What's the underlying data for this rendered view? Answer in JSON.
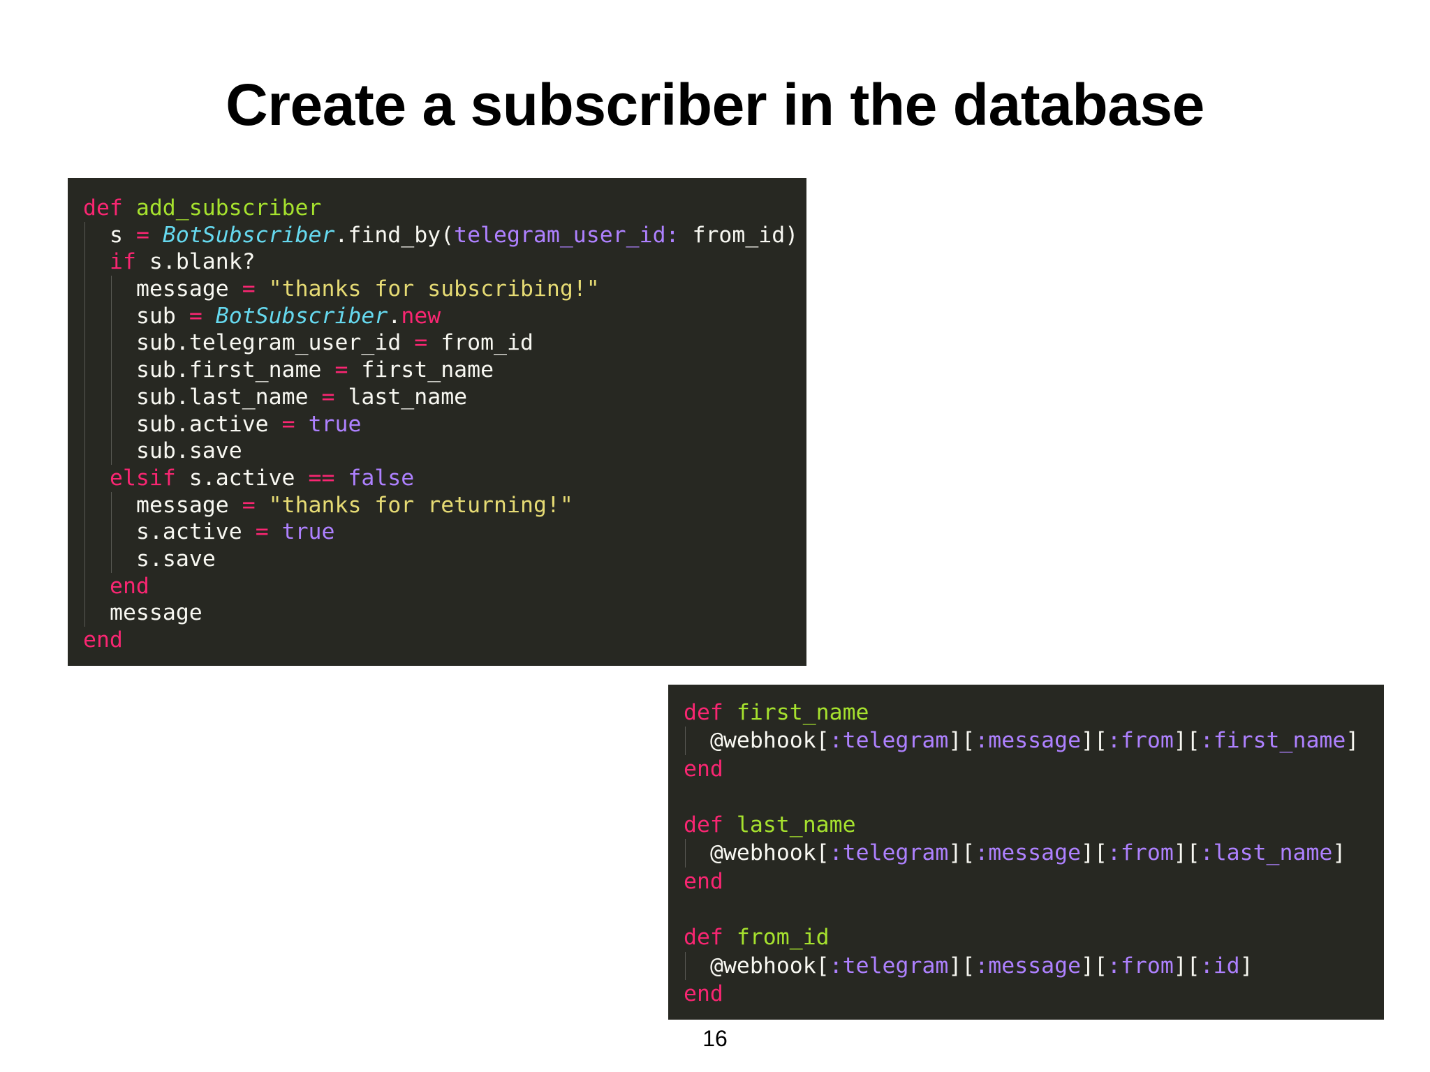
{
  "slide": {
    "title": "Create a subscriber in the database",
    "page_number": "16"
  },
  "colors": {
    "code_background": "#272822",
    "keyword": "#f92672",
    "function_name": "#a6e22e",
    "class_name": "#66d9ef",
    "string": "#e6db74",
    "constant_symbol": "#ae81ff",
    "plain": "#f8f8f2"
  },
  "code_blocks": [
    {
      "lines": [
        {
          "indent": 0,
          "tokens": [
            [
              "kw",
              "def"
            ],
            [
              "pl",
              " "
            ],
            [
              "fn",
              "add_subscriber"
            ]
          ]
        },
        {
          "indent": 1,
          "tokens": [
            [
              "pl",
              "s "
            ],
            [
              "op",
              "="
            ],
            [
              "pl",
              " "
            ],
            [
              "cls",
              "BotSubscriber"
            ],
            [
              "pl",
              ".find_by("
            ],
            [
              "sym",
              "telegram_user_id:"
            ],
            [
              "pl",
              " from_id)"
            ]
          ]
        },
        {
          "indent": 1,
          "tokens": [
            [
              "kw",
              "if"
            ],
            [
              "pl",
              " s.blank?"
            ]
          ]
        },
        {
          "indent": 2,
          "tokens": [
            [
              "pl",
              "message "
            ],
            [
              "op",
              "="
            ],
            [
              "pl",
              " "
            ],
            [
              "str",
              "\"thanks for subscribing!\""
            ]
          ]
        },
        {
          "indent": 2,
          "tokens": [
            [
              "pl",
              "sub "
            ],
            [
              "op",
              "="
            ],
            [
              "pl",
              " "
            ],
            [
              "cls",
              "BotSubscriber"
            ],
            [
              "pl",
              "."
            ],
            [
              "kw",
              "new"
            ]
          ]
        },
        {
          "indent": 2,
          "tokens": [
            [
              "pl",
              "sub.telegram_user_id "
            ],
            [
              "op",
              "="
            ],
            [
              "pl",
              " from_id"
            ]
          ]
        },
        {
          "indent": 2,
          "tokens": [
            [
              "pl",
              "sub.first_name "
            ],
            [
              "op",
              "="
            ],
            [
              "pl",
              " first_name"
            ]
          ]
        },
        {
          "indent": 2,
          "tokens": [
            [
              "pl",
              "sub.last_name "
            ],
            [
              "op",
              "="
            ],
            [
              "pl",
              " last_name"
            ]
          ]
        },
        {
          "indent": 2,
          "tokens": [
            [
              "pl",
              "sub.active "
            ],
            [
              "op",
              "="
            ],
            [
              "pl",
              " "
            ],
            [
              "const",
              "true"
            ]
          ]
        },
        {
          "indent": 2,
          "tokens": [
            [
              "pl",
              "sub.save"
            ]
          ]
        },
        {
          "indent": 1,
          "tokens": [
            [
              "kw",
              "elsif"
            ],
            [
              "pl",
              " s.active "
            ],
            [
              "op",
              "=="
            ],
            [
              "pl",
              " "
            ],
            [
              "const",
              "false"
            ]
          ]
        },
        {
          "indent": 2,
          "tokens": [
            [
              "pl",
              "message "
            ],
            [
              "op",
              "="
            ],
            [
              "pl",
              " "
            ],
            [
              "str",
              "\"thanks for returning!\""
            ]
          ]
        },
        {
          "indent": 2,
          "tokens": [
            [
              "pl",
              "s.active "
            ],
            [
              "op",
              "="
            ],
            [
              "pl",
              " "
            ],
            [
              "const",
              "true"
            ]
          ]
        },
        {
          "indent": 2,
          "tokens": [
            [
              "pl",
              "s.save"
            ]
          ]
        },
        {
          "indent": 1,
          "tokens": [
            [
              "kw",
              "end"
            ]
          ]
        },
        {
          "indent": 1,
          "tokens": [
            [
              "pl",
              "message"
            ]
          ]
        },
        {
          "indent": 0,
          "tokens": [
            [
              "kw",
              "end"
            ]
          ]
        }
      ]
    },
    {
      "lines": [
        {
          "indent": 0,
          "tokens": [
            [
              "kw",
              "def"
            ],
            [
              "pl",
              " "
            ],
            [
              "fn",
              "first_name"
            ]
          ]
        },
        {
          "indent": 1,
          "tokens": [
            [
              "pl",
              "@webhook["
            ],
            [
              "sym",
              ":telegram"
            ],
            [
              "pl",
              "]["
            ],
            [
              "sym",
              ":message"
            ],
            [
              "pl",
              "]["
            ],
            [
              "sym",
              ":from"
            ],
            [
              "pl",
              "]["
            ],
            [
              "sym",
              ":first_name"
            ],
            [
              "pl",
              "]"
            ]
          ]
        },
        {
          "indent": 0,
          "tokens": [
            [
              "kw",
              "end"
            ]
          ]
        },
        {
          "indent": 0,
          "tokens": []
        },
        {
          "indent": 0,
          "tokens": [
            [
              "kw",
              "def"
            ],
            [
              "pl",
              " "
            ],
            [
              "fn",
              "last_name"
            ]
          ]
        },
        {
          "indent": 1,
          "tokens": [
            [
              "pl",
              "@webhook["
            ],
            [
              "sym",
              ":telegram"
            ],
            [
              "pl",
              "]["
            ],
            [
              "sym",
              ":message"
            ],
            [
              "pl",
              "]["
            ],
            [
              "sym",
              ":from"
            ],
            [
              "pl",
              "]["
            ],
            [
              "sym",
              ":last_name"
            ],
            [
              "pl",
              "]"
            ]
          ]
        },
        {
          "indent": 0,
          "tokens": [
            [
              "kw",
              "end"
            ]
          ]
        },
        {
          "indent": 0,
          "tokens": []
        },
        {
          "indent": 0,
          "tokens": [
            [
              "kw",
              "def"
            ],
            [
              "pl",
              " "
            ],
            [
              "fn",
              "from_id"
            ]
          ]
        },
        {
          "indent": 1,
          "tokens": [
            [
              "pl",
              "@webhook["
            ],
            [
              "sym",
              ":telegram"
            ],
            [
              "pl",
              "]["
            ],
            [
              "sym",
              ":message"
            ],
            [
              "pl",
              "]["
            ],
            [
              "sym",
              ":from"
            ],
            [
              "pl",
              "]["
            ],
            [
              "sym",
              ":id"
            ],
            [
              "pl",
              "]"
            ]
          ]
        },
        {
          "indent": 0,
          "tokens": [
            [
              "kw",
              "end"
            ]
          ]
        }
      ]
    }
  ]
}
